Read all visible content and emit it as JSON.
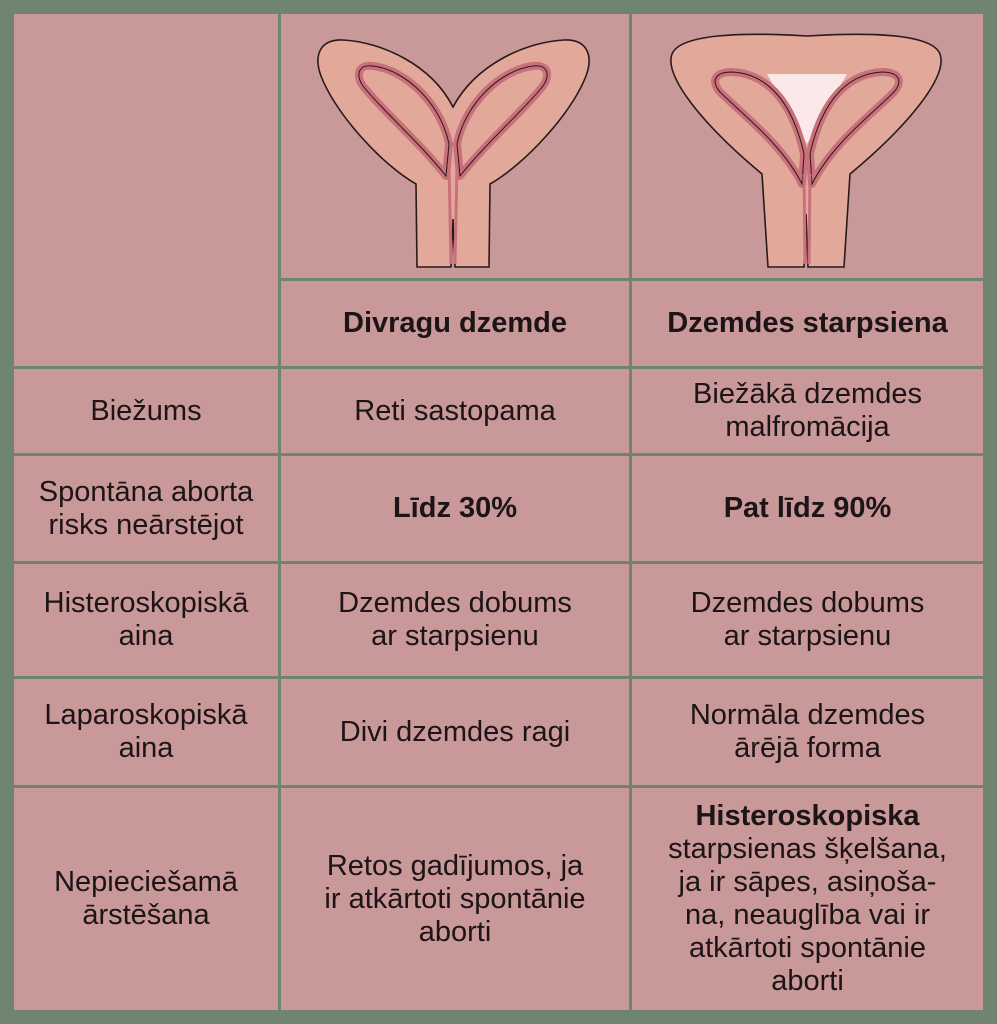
{
  "columns": {
    "bicornuate": "Divragu dzemde",
    "septate": "Dzemdes starpsiena"
  },
  "rows": [
    {
      "label": [
        "Biežums"
      ],
      "bicornuate": [
        "Reti sastopama"
      ],
      "septate": [
        "Biežākā dzemdes",
        "malfromācija"
      ]
    },
    {
      "label": [
        "Spontāna aborta",
        "risks neārstējot"
      ],
      "bicornuate": [
        "Līdz 30%"
      ],
      "septate": [
        "Pat līdz 90%"
      ]
    },
    {
      "label": [
        "Histeroskopiskā",
        "aina"
      ],
      "bicornuate": [
        "Dzemdes dobums",
        "ar starpsienu"
      ],
      "septate": [
        "Dzemdes dobums",
        "ar starpsienu"
      ]
    },
    {
      "label": [
        "Laparoskopiskā",
        "aina"
      ],
      "bicornuate": [
        "Divi dzemdes ragi"
      ],
      "septate": [
        "Normāla dzemdes",
        "ārējā forma"
      ]
    },
    {
      "label": [
        "Nepieciešamā",
        "ārstēšana"
      ],
      "bicornuate": [
        "Retos gadījumos, ja",
        "ir atkārtoti spontānie",
        "aborti"
      ],
      "septate_bold": "Histeroskopiska",
      "septate": [
        "starpsienas šķelšana,",
        "ja ir sāpes, asiņoša-",
        "na, neauglība vai ir",
        "atkārtoti spontānie",
        "aborti"
      ]
    }
  ],
  "colors": {
    "cell": "#c99899",
    "grid": "#6f8570",
    "uterus_wall": "#e2a99a",
    "cavity_lining": "#c9707a",
    "outline": "#2a1a1a",
    "septum_highlight": "#fbecec"
  }
}
